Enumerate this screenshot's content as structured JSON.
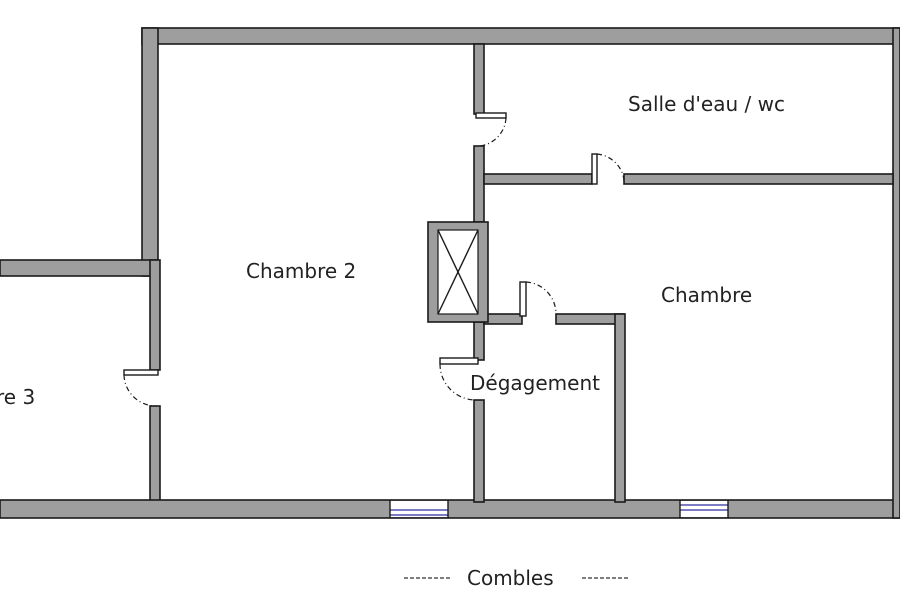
{
  "rooms": {
    "chambre3": "re 3",
    "chambre2": "Chambre 2",
    "salle_eau": "Salle d'eau / wc",
    "chambre": "Chambre",
    "degagement": "Dégagement"
  },
  "outside": {
    "combles": "Combles"
  },
  "colors": {
    "wall_fill": "#9e9e9e",
    "wall_outline": "#1a1a1a",
    "window_line": "#5050b0",
    "background": "#ffffff"
  }
}
